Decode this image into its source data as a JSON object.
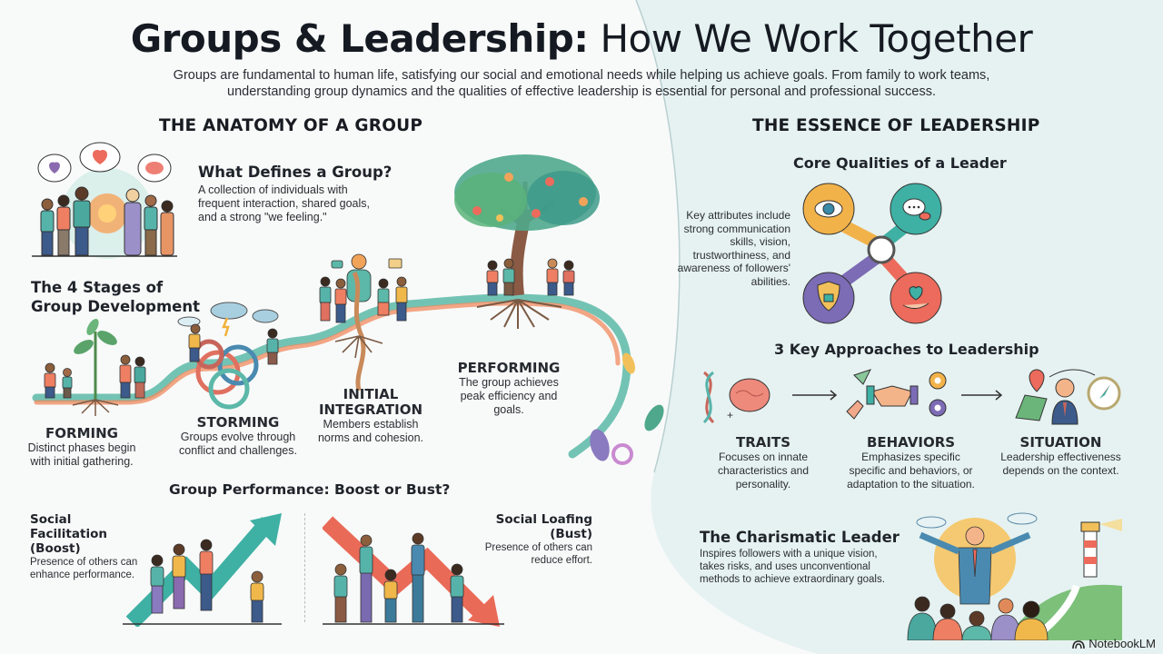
{
  "header": {
    "title_bold": "Groups & Leadership:",
    "title_light": " How We Work Together",
    "subtitle": "Groups are fundamental to human life, satisfying our social and emotional needs while helping us achieve goals. From family to work teams, understanding group dynamics and the qualities of effective leadership is essential for personal and professional success."
  },
  "anatomy": {
    "heading": "THE ANATOMY OF A GROUP",
    "definition": {
      "title": "What Defines a Group?",
      "text": "A collection of individuals with frequent interaction, shared goals, and a strong \"we feeling.\""
    },
    "stages_heading_line1": "The 4 Stages of",
    "stages_heading_line2": "Group Development",
    "stages": [
      {
        "title": "FORMING",
        "desc": "Distinct phases begin with initial gathering."
      },
      {
        "title": "STORMING",
        "desc": "Groups evolve through conflict and challenges."
      },
      {
        "title": "INITIAL INTEGRATION",
        "desc": "Members establish norms and cohesion."
      },
      {
        "title": "PERFORMING",
        "desc": "The group achieves peak efficiency and goals."
      }
    ],
    "performance": {
      "heading": "Group Performance: Boost or Bust?",
      "boost": {
        "title_line1": "Social Facilitation",
        "title_line2": "(Boost)",
        "desc": "Presence of others can enhance performance."
      },
      "bust": {
        "title_line1": "Social Loafing",
        "title_line2": "(Bust)",
        "desc": "Presence of others can reduce effort."
      }
    }
  },
  "leadership": {
    "heading": "THE ESSENCE OF LEADERSHIP",
    "core": {
      "title": "Core Qualities of a Leader",
      "text": "Key attributes include strong communication skills, vision, trustworthiness, and awareness of followers' abilities.",
      "icons": [
        "eye-icon",
        "speech-bubble-icon",
        "shield-lock-icon",
        "heart-hand-icon"
      ],
      "colors": {
        "vision": "#f2b24a",
        "communication": "#3fb0a4",
        "trust": "#7c6bb5",
        "care": "#ec6b5c"
      }
    },
    "approaches": {
      "title": "3 Key Approaches to Leadership",
      "items": [
        {
          "title": "TRAITS",
          "desc": "Focuses on innate characteristics and personality."
        },
        {
          "title": "BEHAVIORS",
          "desc": "Emphasizes specific specific and behaviors, or adaptation to the situation."
        },
        {
          "title": "SITUATION",
          "desc": "Leadership effectiveness depends on the context."
        }
      ]
    },
    "charismatic": {
      "title": "The Charismatic Leader",
      "text": "Inspires followers with a unique vision, takes risks, and uses unconventional methods to achieve extraordinary goals."
    }
  },
  "footer": {
    "brand": "NotebookLM"
  }
}
